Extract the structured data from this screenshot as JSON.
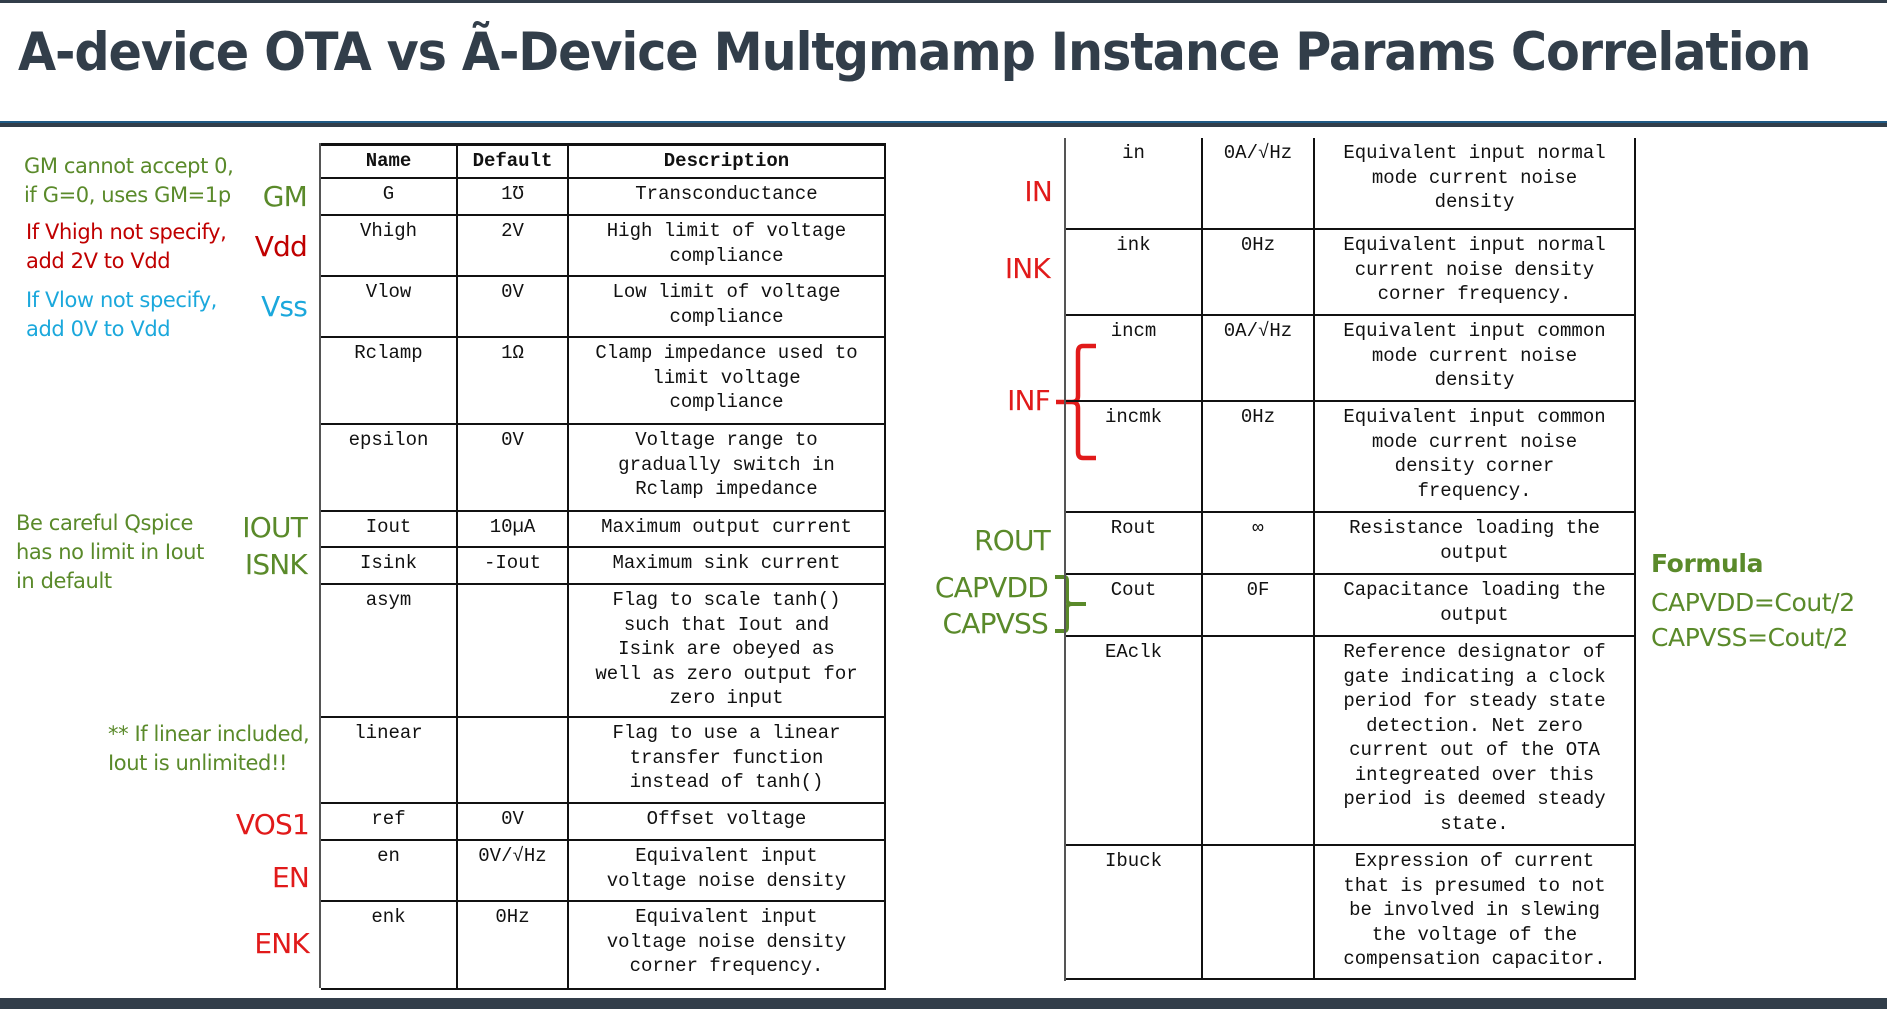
{
  "title": "A-device OTA vs Ã-Device Multgmamp Instance Params Correlation",
  "colors": {
    "title": "#323e4a",
    "green": "#5a8a2a",
    "red": "#e11a1a",
    "darkred": "#c00000",
    "blue": "#1ba8dc"
  },
  "left_table": {
    "headers": [
      "Name",
      "Default",
      "Description"
    ],
    "rows": [
      {
        "name": "G",
        "default": "1Ʊ",
        "description": "Transconductance"
      },
      {
        "name": "Vhigh",
        "default": "2V",
        "description": "High limit of voltage\ncompliance"
      },
      {
        "name": "Vlow",
        "default": "0V",
        "description": "Low limit of voltage\ncompliance"
      },
      {
        "name": "Rclamp",
        "default": "1Ω",
        "description": "Clamp impedance used to\nlimit voltage\ncompliance"
      },
      {
        "name": "epsilon",
        "default": "0V",
        "description": "Voltage range to\ngradually switch in\nRclamp impedance"
      },
      {
        "name": "Iout",
        "default": "10µA",
        "description": "Maximum output current"
      },
      {
        "name": "Isink",
        "default": "-Iout",
        "description": "Maximum sink current"
      },
      {
        "name": "asym",
        "default": "",
        "description": "Flag to scale tanh()\nsuch that Iout and\nIsink are obeyed as\nwell as zero output for\nzero input"
      },
      {
        "name": "linear",
        "default": "",
        "description": "Flag to use a linear\ntransfer function\ninstead of tanh()"
      },
      {
        "name": "ref",
        "default": "0V",
        "description": "Offset voltage"
      },
      {
        "name": "en",
        "default": "0V/√Hz",
        "description": "Equivalent input\nvoltage noise density"
      },
      {
        "name": "enk",
        "default": "0Hz",
        "description": "Equivalent input\nvoltage noise density\ncorner frequency."
      }
    ]
  },
  "right_table": {
    "rows": [
      {
        "name": "in",
        "default": "0A/√Hz",
        "description": "Equivalent input normal\nmode current noise\ndensity"
      },
      {
        "name": "ink",
        "default": "0Hz",
        "description": "Equivalent input normal\ncurrent noise density\ncorner frequency."
      },
      {
        "name": "incm",
        "default": "0A/√Hz",
        "description": "Equivalent input common\nmode current noise\ndensity"
      },
      {
        "name": "incmk",
        "default": "0Hz",
        "description": "Equivalent input common\nmode current noise\ndensity corner\nfrequency."
      },
      {
        "name": "Rout",
        "default": "∞",
        "description": "Resistance loading the\noutput"
      },
      {
        "name": "Cout",
        "default": "0F",
        "description": "Capacitance loading the\noutput"
      },
      {
        "name": "EAclk",
        "default": "",
        "description": "Reference designator of\ngate indicating a clock\nperiod for steady state\ndetection. Net zero\ncurrent out of the OTA\nintegreated over this\nperiod is deemed steady\nstate."
      },
      {
        "name": "Ibuck",
        "default": "",
        "description": "Expression of current\nthat is presumed to not\nbe involved in slewing\nthe voltage of the\ncompensation capacitor."
      }
    ]
  },
  "notes": {
    "gm_note": "GM cannot accept 0,\nif G=0, uses GM=1p",
    "vhigh_note": "If Vhigh not specify,\nadd 2V to Vdd",
    "vlow_note": "If Vlow not specify,\nadd 0V to Vdd",
    "iout_note": "Be careful Qspice\nhas no limit in Iout\nin default",
    "linear_note": "** If linear included,\nIout is unlimited!!"
  },
  "tags": {
    "gm": "GM",
    "vdd": "Vdd",
    "vss": "Vss",
    "iout": "IOUT",
    "isnk": "ISNK",
    "vos1": "VOS1",
    "en": "EN",
    "enk": "ENK",
    "in": "IN",
    "ink": "INK",
    "inf": "INF",
    "rout": "ROUT",
    "capvdd": "CAPVDD",
    "capvss": "CAPVSS"
  },
  "formula": {
    "title": "Formula",
    "lines": [
      "CAPVDD=Cout/2",
      "CAPVSS=Cout/2"
    ]
  }
}
